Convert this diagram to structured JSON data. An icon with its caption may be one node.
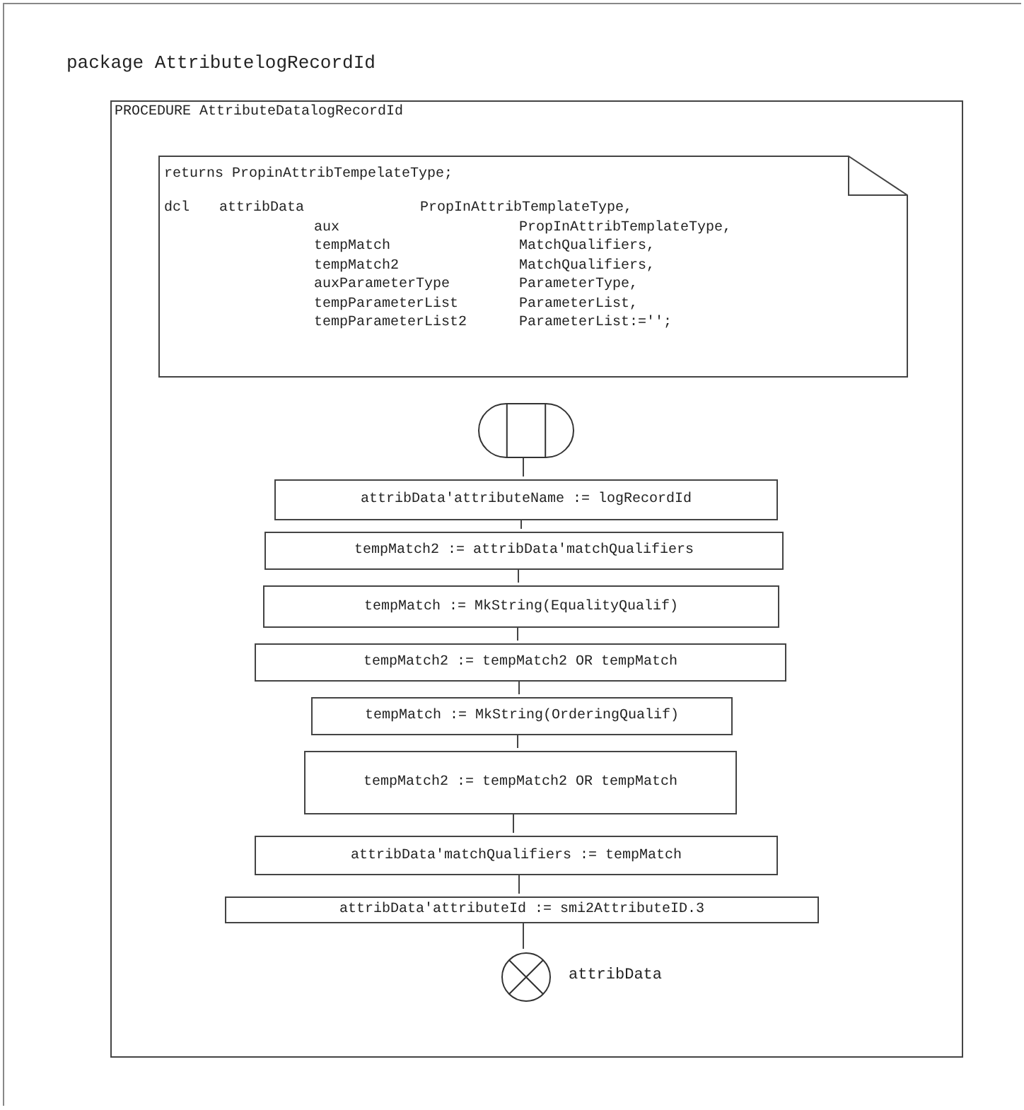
{
  "diagram": {
    "nodes": [
      {
        "text": [
          "package AttributelogRecordId"
        ]
      },
      {
        "text": [
          "PROCEDURE AttributeDatalogRecordId"
        ],
        "in": 0
      },
      {
        "text": [
          "returns PropinAttribTempelateType;",
          "dcl",
          "attribData",
          "PropInAttribTemplateType,",
          "aux",
          "PropInAttribTemplateType,",
          "tempMatch",
          "MatchQualifiers,",
          "tempMatch2",
          "MatchQualifiers,",
          "auxParameterType",
          "ParameterType,",
          "tempParameterList",
          "ParameterList,",
          "tempParameterList2",
          "ParameterList:='';"
        ],
        "in": 1
      },
      {
        "text": [],
        "shape": "terminator",
        "in": 1
      },
      {
        "text": [
          "attribData'attributeName := logRecordId"
        ],
        "in": 1
      },
      {
        "text": [
          "tempMatch2 := attribData'matchQualifiers"
        ],
        "in": 1
      },
      {
        "text": [
          "tempMatch := MkString(EqualityQualif)"
        ],
        "in": 1
      },
      {
        "text": [
          "tempMatch2 := tempMatch2 OR tempMatch"
        ],
        "in": 1
      },
      {
        "text": [
          "tempMatch := MkString(OrderingQualif)"
        ],
        "in": 1
      },
      {
        "text": [
          "tempMatch2 := tempMatch2 OR tempMatch"
        ],
        "in": 1
      },
      {
        "text": [
          "attribData'matchQualifiers := tempMatch"
        ],
        "in": 1
      },
      {
        "text": [
          "attribData'attributeId := smi2AttributeID.3"
        ],
        "in": 1
      },
      {
        "text": [],
        "shape": "circle",
        "in": 1,
        "beside": [
          "attribData"
        ]
      }
    ],
    "edges": [
      {
        "from": 3,
        "to": 4,
        "arrow": "none"
      },
      {
        "from": 4,
        "to": 5,
        "arrow": "none"
      },
      {
        "from": 5,
        "to": 6,
        "arrow": "none"
      },
      {
        "from": 6,
        "to": 7,
        "arrow": "none"
      },
      {
        "from": 7,
        "to": 8,
        "arrow": "none"
      },
      {
        "from": 8,
        "to": 9,
        "arrow": "none"
      },
      {
        "from": 9,
        "to": 10,
        "arrow": "none"
      },
      {
        "from": 10,
        "to": 11,
        "arrow": "none"
      },
      {
        "from": 11,
        "to": 12,
        "arrow": "none"
      }
    ]
  }
}
